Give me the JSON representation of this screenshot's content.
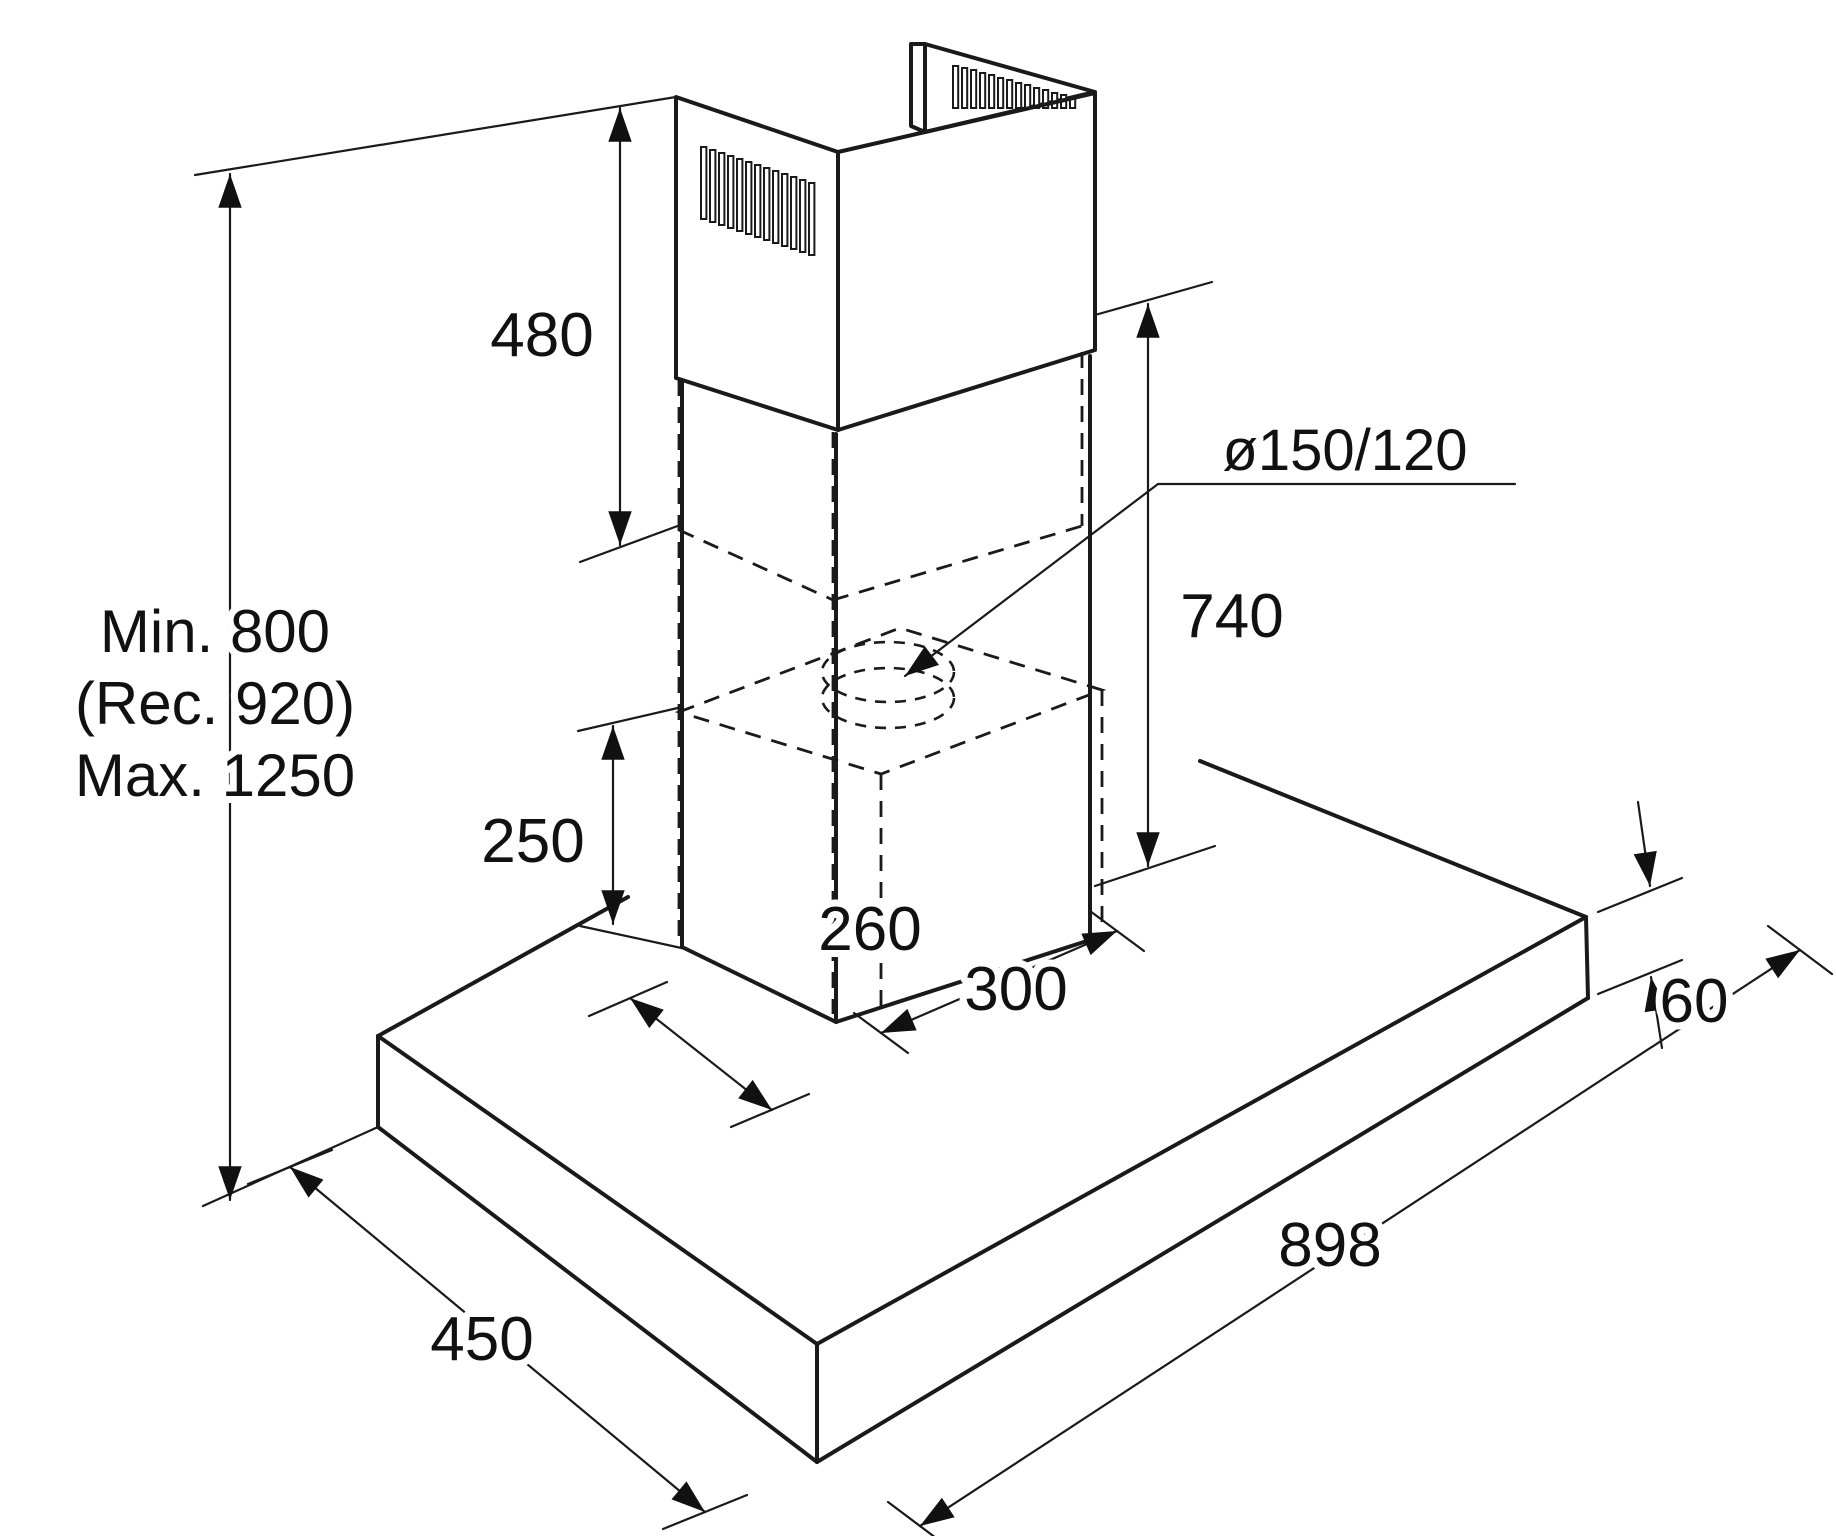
{
  "page": {
    "background": "#ffffff",
    "line_color": "#1a1a1a"
  },
  "diagram": {
    "type": "technical-drawing",
    "subject": "wall-mounted chimney cooker hood installation dimensions",
    "units": "mm",
    "labels": {
      "chimney_upper_height": "480",
      "mounting_min": "Min. 800",
      "mounting_rec": "(Rec. 920)",
      "mounting_max": "Max. 1250",
      "chimney_lower_height": "250",
      "chimney_depth": "260",
      "chimney_width": "300",
      "duct_diameter": "ø150/120",
      "overall_height": "740",
      "body_thickness": "60",
      "hood_depth": "450",
      "hood_width": "898"
    }
  }
}
